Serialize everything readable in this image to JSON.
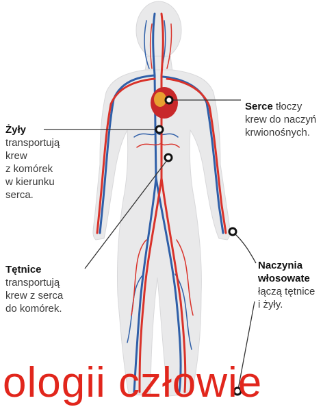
{
  "labels": {
    "veins": {
      "title": "Żyły",
      "lines": [
        "transportują",
        "krew",
        "z komórek",
        "w kierunku",
        "serca."
      ]
    },
    "arteries": {
      "title": "Tętnice",
      "lines": [
        "transportują",
        "krew z serca",
        "do komórek."
      ]
    },
    "heart": {
      "title": "Serce",
      "title_rest": " tłoczy",
      "lines": [
        "krew do naczyń",
        "krwionośnych."
      ]
    },
    "capillaries": {
      "title_lines": [
        "Naczynia",
        "włosowate"
      ],
      "lines": [
        "łączą tętnice",
        "i żyły."
      ]
    }
  },
  "banner": {
    "text": "ologii człowie"
  },
  "colors": {
    "artery": "#d9322a",
    "vein": "#2f5fa8",
    "body": "#e9e9ea",
    "banner": "#e1261c"
  }
}
